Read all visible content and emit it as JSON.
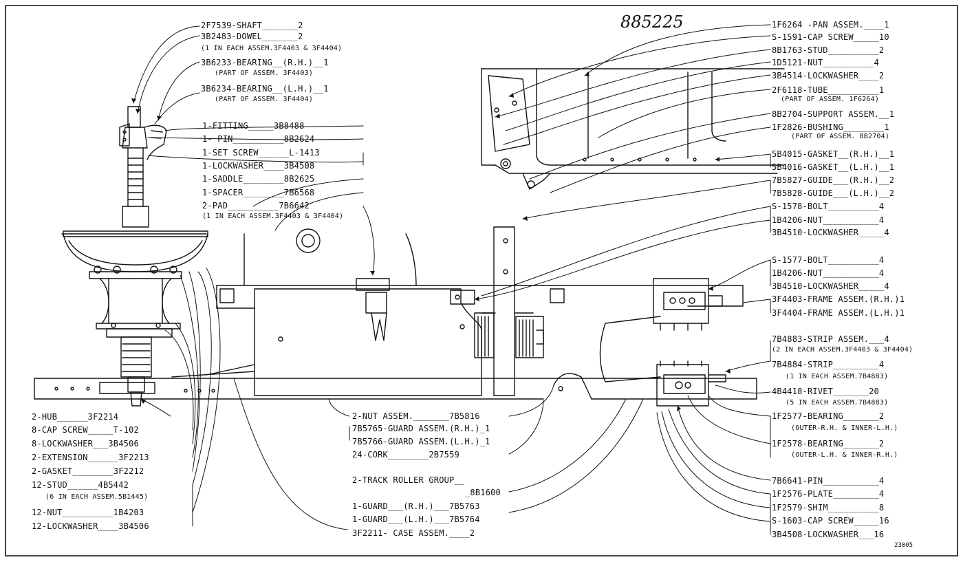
{
  "drawing_number": "885225",
  "figure_code": "23005",
  "left_top_labels": [
    "2F7539-SHAFT_______2",
    "3B2483-DOWEL_______2",
    "(1 IN EACH ASSEM.3F4403 & 3F4404)",
    "3B6233-BEARING__(R.H.)__1",
    "(PART OF ASSEM. 3F4403)",
    "3B6234-BEARING__(L.H.)__1",
    "(PART OF ASSEM. 3F4404)"
  ],
  "center_top_labels": [
    "1-FITTING_____3B8488",
    "1- PIN__________8B2624",
    "1-SET SCREW______L-1413",
    "1-LOCKWASHER____3B4508",
    "1-SADDLE________8B2625",
    "1-SPACER________7B6568",
    "2-PAD__________7B6642",
    "(1 IN EACH ASSEM.3F4403 & 3F4404)"
  ],
  "right_top_labels": [
    "1F6264 -PAN ASSEM.____1",
    "S-1591-CAP SCREW_____10",
    "8B1763-STUD__________2",
    "1D5121-NUT__________4",
    "3B4514-LOCKWASHER____2",
    "2F6118-TUBE__________1",
    "(PART OF ASSEM. 1F6264)",
    "8B2704-SUPPORT ASSEM.__1",
    "1F2826-BUSHING________1",
    "(PART OF ASSEM. 8B2704)",
    "5B4015-GASKET__(R.H.)__1",
    "5B4016-GASKET__(L.H.)__1",
    "7B5827-GUIDE___(R.H.)__2",
    "7B5828-GUIDE___(L.H.)__2",
    "S-1578-BOLT__________4",
    "1B4206-NUT___________4",
    "3B4510-LOCKWASHER_____4"
  ],
  "right_mid_labels": [
    "S-1577-BOLT__________4",
    "1B4206-NUT___________4",
    "3B4510-LOCKWASHER_____4",
    "3F4403-FRAME ASSEM.(R.H.)1",
    "3F4404-FRAME ASSEM.(L.H.)1",
    "7B4883-STRIP ASSEM.___4",
    "(2 IN EACH ASSEM.3F4403 & 3F4404)",
    "7B4884-STRIP_________4",
    "(1 IN EACH ASSEM.7B4883)",
    "4B4418-RIVET_______20",
    "(5 IN EACH ASSEM.7B4883)",
    "1F2577-BEARING_______2",
    "(OUTER-R.H. & INNER-L.H.)",
    "1F2578-BEARING_______2",
    "(OUTER-L.H. & INNER-R.H.)"
  ],
  "right_bottom_labels": [
    "7B6641-PIN___________4",
    "1F2576-PLATE_________4",
    "1F2579-SHIM__________8",
    "S-1603-CAP SCREW_____16",
    "3B4508-LOCKWASHER___16"
  ],
  "left_bottom_labels": [
    "2-HUB______3F2214",
    "8-CAP SCREW_____T-102",
    "8-LOCKWASHER___3B4506",
    "2-EXTENSION______3F2213",
    "2-GASKET________3F2212",
    "12-STUD______4B5442",
    "(6 IN EACH ASSEM.5B1445)",
    "12-NUT__________1B4203",
    "12-LOCKWASHER____3B4506"
  ],
  "center_bottom_labels": [
    "2-NUT ASSEM._______7B5816",
    "7B5765-GUARD ASSEM.(R.H.)_1",
    "7B5766-GUARD ASSEM.(L.H.)_1",
    "24-CORK________2B7559",
    "2-TRACK ROLLER GROUP__",
    "_8B1600",
    "1-GUARD___(R.H.)___7B5763",
    "1-GUARD___(L.H.)___7B5764",
    "3F2211- CASE ASSEM.____2"
  ]
}
